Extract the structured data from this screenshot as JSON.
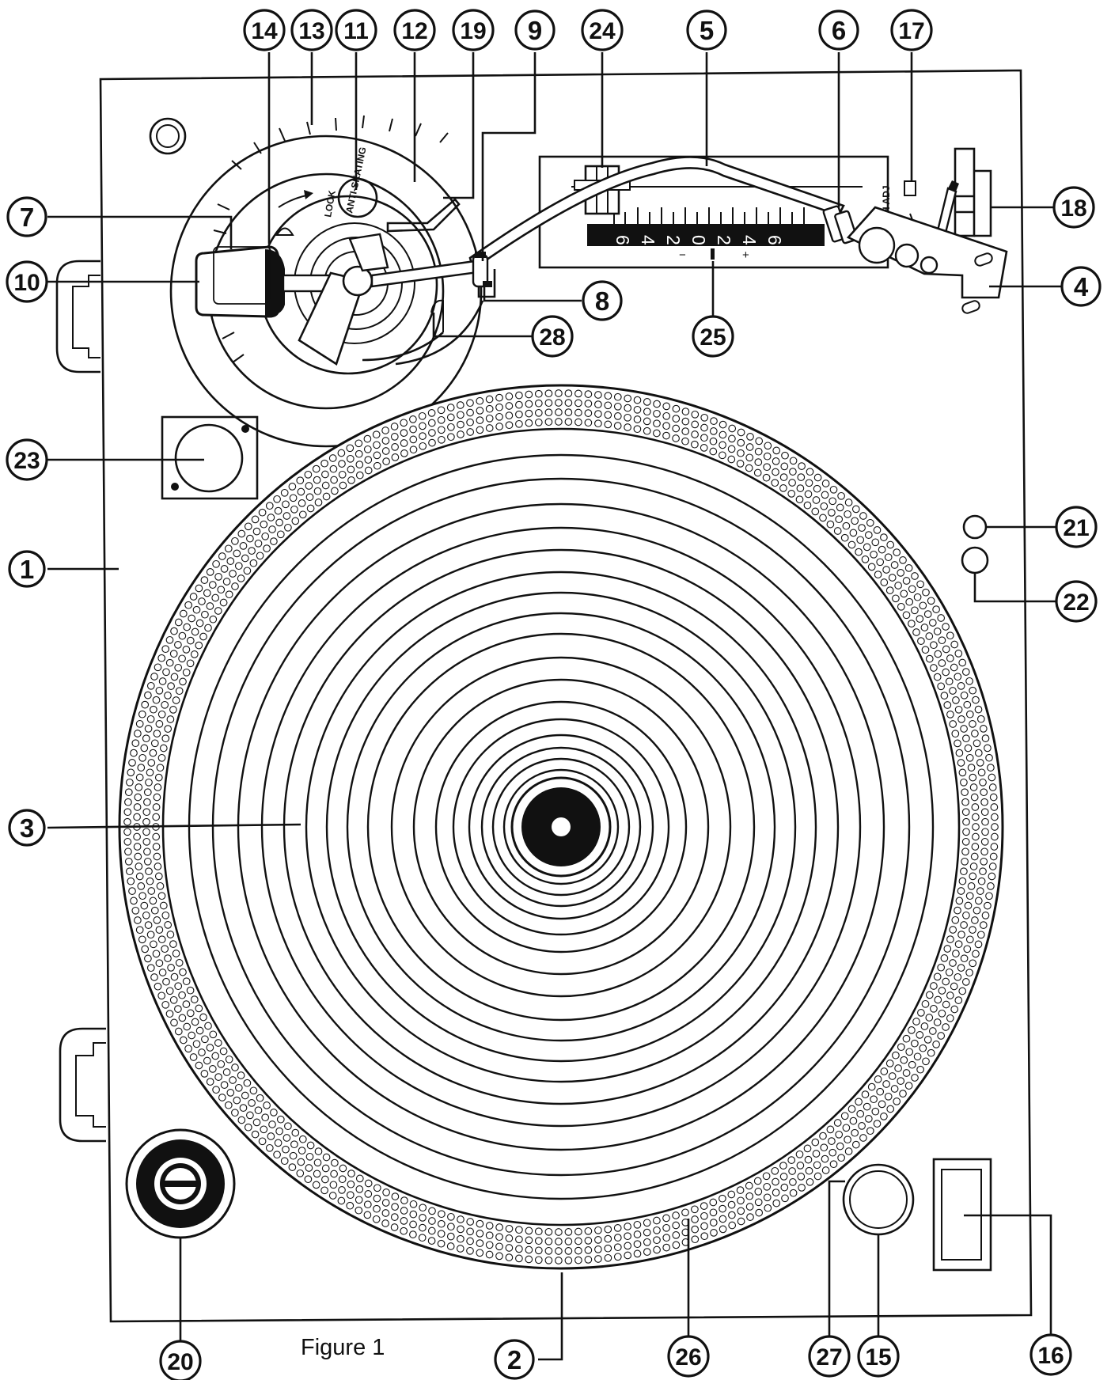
{
  "figure": {
    "caption": "Figure 1",
    "callouts": [
      {
        "id": "c1",
        "label": "1"
      },
      {
        "id": "c2",
        "label": "2"
      },
      {
        "id": "c3",
        "label": "3"
      },
      {
        "id": "c4",
        "label": "4"
      },
      {
        "id": "c5",
        "label": "5"
      },
      {
        "id": "c6",
        "label": "6"
      },
      {
        "id": "c7",
        "label": "7"
      },
      {
        "id": "c8",
        "label": "8"
      },
      {
        "id": "c9",
        "label": "9"
      },
      {
        "id": "c10",
        "label": "10"
      },
      {
        "id": "c11",
        "label": "11"
      },
      {
        "id": "c12",
        "label": "12"
      },
      {
        "id": "c13",
        "label": "13"
      },
      {
        "id": "c14",
        "label": "14"
      },
      {
        "id": "c15",
        "label": "15"
      },
      {
        "id": "c16",
        "label": "16"
      },
      {
        "id": "c17",
        "label": "17"
      },
      {
        "id": "c18",
        "label": "18"
      },
      {
        "id": "c19",
        "label": "19"
      },
      {
        "id": "c20",
        "label": "20"
      },
      {
        "id": "c21",
        "label": "21"
      },
      {
        "id": "c22",
        "label": "22"
      },
      {
        "id": "c23",
        "label": "23"
      },
      {
        "id": "c24",
        "label": "24"
      },
      {
        "id": "c25",
        "label": "25"
      },
      {
        "id": "c26",
        "label": "26"
      },
      {
        "id": "c27",
        "label": "27"
      },
      {
        "id": "c28",
        "label": "28"
      }
    ],
    "height_scale": {
      "numbers": [
        "6",
        "4",
        "2",
        "0",
        "2",
        "4",
        "6"
      ],
      "minus": "−",
      "plus": "+"
    },
    "panel_labels": {
      "lock": "LOCK",
      "anti_skating": "ANTI-SKATING",
      "height_adj": "H ADJ"
    }
  }
}
